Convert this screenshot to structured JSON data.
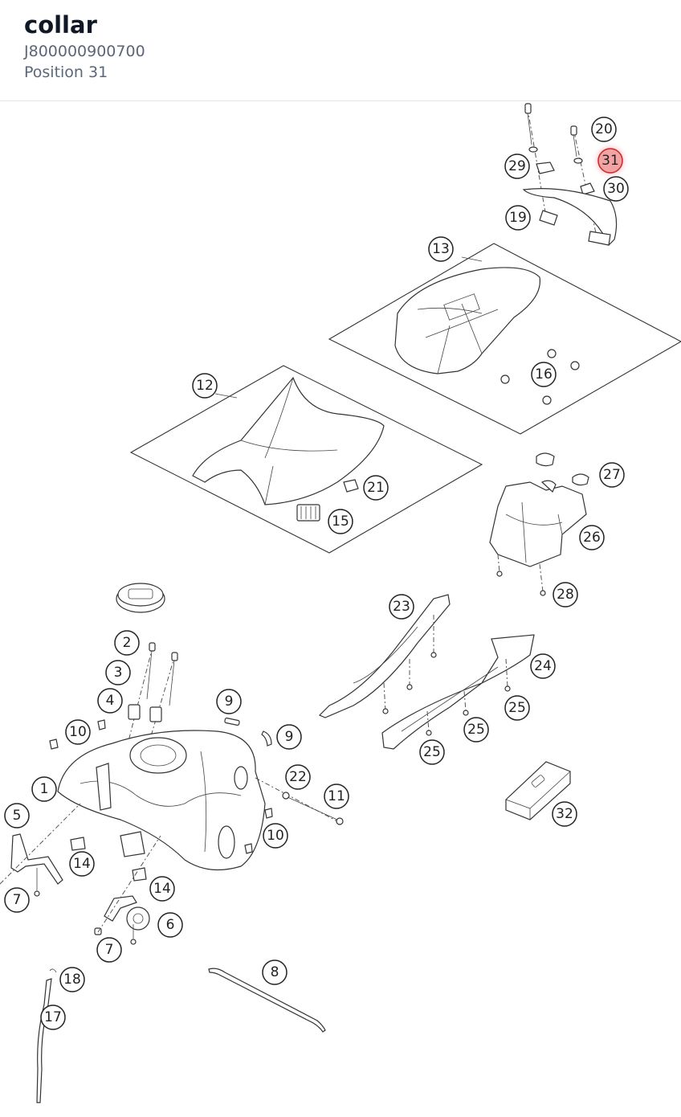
{
  "part": {
    "name": "collar",
    "number": "J800000900700",
    "position_label": "Position 31"
  },
  "diagram": {
    "highlighted_callout": "31",
    "highlight_color": "#f3a3a3",
    "callouts": [
      "20",
      "31",
      "29",
      "30",
      "19",
      "13",
      "16",
      "12",
      "21",
      "15",
      "27",
      "26",
      "28",
      "2",
      "3",
      "4",
      "9",
      "10",
      "9",
      "23",
      "24",
      "25",
      "25",
      "25",
      "22",
      "11",
      "1",
      "5",
      "14",
      "10",
      "14",
      "7",
      "6",
      "7",
      "32",
      "8",
      "18",
      "17"
    ]
  }
}
